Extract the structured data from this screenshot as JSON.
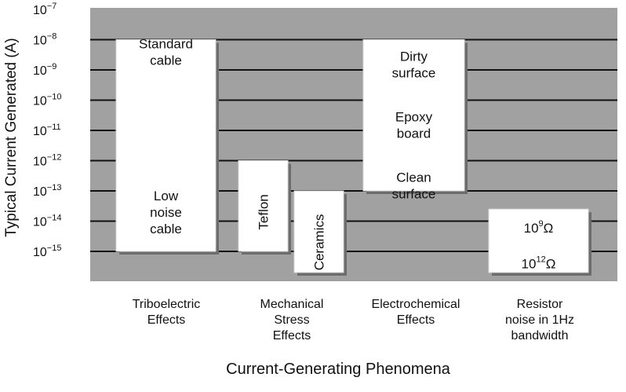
{
  "chart_data": {
    "type": "bar",
    "floating": true,
    "ylabel": "Typical Current Generated (A)",
    "xlabel": "Current-Generating Phenomena",
    "y_scale": "log",
    "y_base": "10",
    "yticks": [
      {
        "base": "10",
        "exp": "−7",
        "value": 1e-07
      },
      {
        "base": "10",
        "exp": "−8",
        "value": 1e-08
      },
      {
        "base": "10",
        "exp": "−9",
        "value": 1e-09
      },
      {
        "base": "10",
        "exp": "−10",
        "value": 1e-10
      },
      {
        "base": "10",
        "exp": "−11",
        "value": 1e-11
      },
      {
        "base": "10",
        "exp": "−12",
        "value": 1e-12
      },
      {
        "base": "10",
        "exp": "−13",
        "value": 1e-13
      },
      {
        "base": "10",
        "exp": "−14",
        "value": 1e-14
      },
      {
        "base": "10",
        "exp": "−15",
        "value": 1e-15
      }
    ],
    "ylim": [
      2e-16,
      1e-07
    ],
    "grid": true,
    "categories": [
      {
        "lines": [
          "Triboelectric",
          "Effects"
        ]
      },
      {
        "lines": [
          "Mechanical",
          "Stress",
          "Effects"
        ]
      },
      {
        "lines": [
          "Electrochemical",
          "Effects"
        ]
      },
      {
        "lines": [
          "Resistor",
          "noise in 1Hz",
          "bandwidth"
        ]
      }
    ],
    "bars": [
      {
        "category": 0,
        "name": "Standard cable / Low noise cable",
        "low": 1e-15,
        "high": 1e-08,
        "labels": [
          {
            "lines": [
              "Standard",
              "cable"
            ],
            "at": 4e-09
          },
          {
            "lines": [
              "Low",
              "noise",
              "cable"
            ],
            "at": 2e-14
          }
        ]
      },
      {
        "category": 1,
        "name": "Teflon",
        "low": 1e-15,
        "high": 1e-12,
        "labels": [
          {
            "lines": [
              "Teflon"
            ],
            "at": 2e-14,
            "rotate": true
          }
        ]
      },
      {
        "category": 1,
        "name": "Ceramics",
        "low": 2e-16,
        "high": 1e-13,
        "labels": [
          {
            "lines": [
              "Ceramics"
            ],
            "at": 2e-15,
            "rotate": true
          }
        ]
      },
      {
        "category": 2,
        "name": "Dirty surface / Epoxy board / Clean surface",
        "low": 1e-13,
        "high": 1e-08,
        "labels": [
          {
            "lines": [
              "Dirty",
              "surface"
            ],
            "at": 1.5e-09
          },
          {
            "lines": [
              "Epoxy",
              "board"
            ],
            "at": 1.5e-11
          },
          {
            "lines": [
              "Clean",
              "surface"
            ],
            "at": 1.5e-13
          }
        ]
      },
      {
        "category": 3,
        "name": "Resistor noise",
        "low": 2e-16,
        "high": 2.5e-14,
        "labels": [
          {
            "lines": [
              "10",
              "9",
              "Ω"
            ],
            "sup": true,
            "at": 6e-15
          },
          {
            "lines": [
              "10",
              "12",
              "Ω"
            ],
            "sup": true,
            "at": 4e-16
          }
        ]
      }
    ],
    "colors": {
      "plot_bg": "#a1a1a1",
      "grid": "#111111",
      "bar": "#ffffff",
      "bar_shadow": "#6c6c6c"
    }
  }
}
